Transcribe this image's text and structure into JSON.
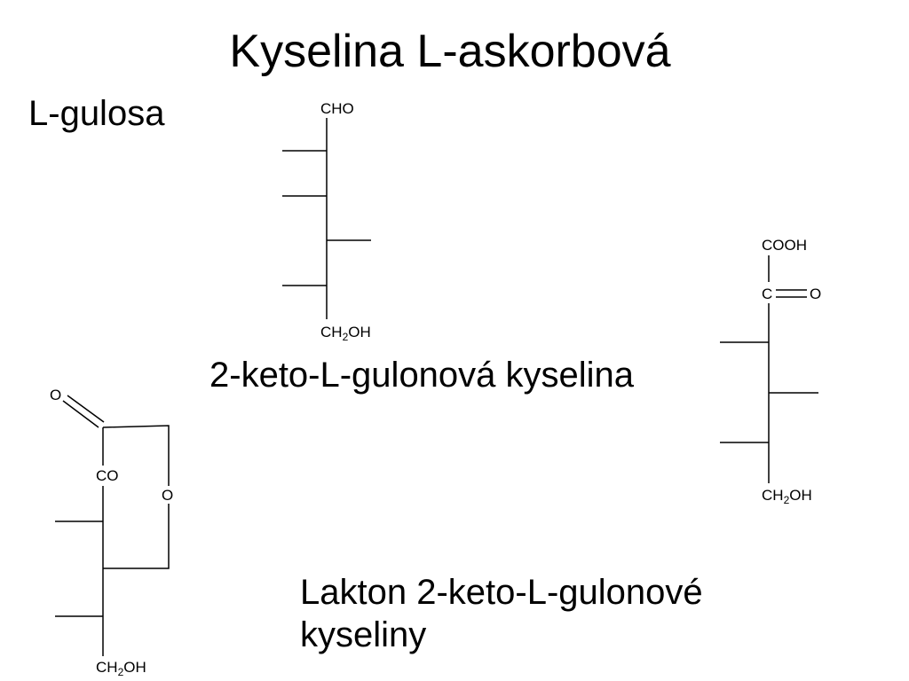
{
  "title": "Kyselina L-askorbová",
  "labels": {
    "gulosa": "L-gulosa",
    "keto_acid": "2-keto-L-gulonová kyselina",
    "lactone_line1": "Lakton 2-keto-L-gulonové",
    "lactone_line2": "kyseliny"
  },
  "gulosa_structure": {
    "top_group": "CHO",
    "bottom_group_prefix": "CH",
    "bottom_group_sub": "2",
    "bottom_group_suffix": "OH"
  },
  "keto_acid_structure": {
    "top_group": "COOH",
    "keto_carbon": "C",
    "keto_oxygen": "O",
    "bottom_group_prefix": "CH",
    "bottom_group_sub": "2",
    "bottom_group_suffix": "OH"
  },
  "lactone_structure": {
    "carbonyl_oxygen": "O",
    "co_group": "CO",
    "ring_oxygen": "O",
    "bottom_group_prefix": "CH",
    "bottom_group_sub": "2",
    "bottom_group_suffix": "OH"
  }
}
